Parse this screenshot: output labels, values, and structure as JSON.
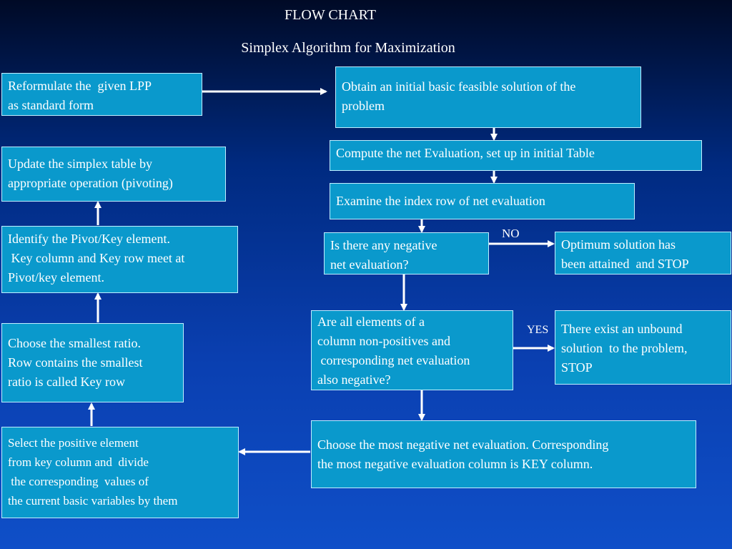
{
  "title": "FLOW CHART",
  "subtitle": "Simplex Algorithm for Maximization",
  "boxes": {
    "reformulate": "Reformulate the  given LPP\nas standard form",
    "obtain_initial": "Obtain an initial basic feasible solution of the\nproblem",
    "compute_net": "Compute the net Evaluation, set up in initial Table",
    "examine_index": "Examine the index row of net evaluation",
    "any_negative": "Is there any negative\nnet evaluation?",
    "optimum": "Optimum solution has\nbeen attained  and STOP",
    "all_non_positive": "Are all elements of a\ncolumn non-positives and\n corresponding net evaluation\nalso negative?",
    "unbound": "There exist an unbound\nsolution  to the problem,\nSTOP",
    "most_negative": "Choose the most negative net evaluation. Corresponding\nthe most negative evaluation column is KEY column.",
    "select_positive": "Select the positive element\nfrom key column and  divide\n the corresponding  values of\nthe current basic variables by them",
    "smallest_ratio": "Choose the smallest ratio.\nRow contains the smallest\nratio is called Key row",
    "identify_pivot": "Identify the Pivot/Key element.\n Key column and Key row meet at\nPivot/key element.",
    "update_table": "Update the simplex table by\nappropriate operation (pivoting)"
  },
  "labels": {
    "no": "NO",
    "yes": "YES"
  },
  "colors": {
    "box_fill": "#0a99cc",
    "arrow": "#ffffff"
  }
}
